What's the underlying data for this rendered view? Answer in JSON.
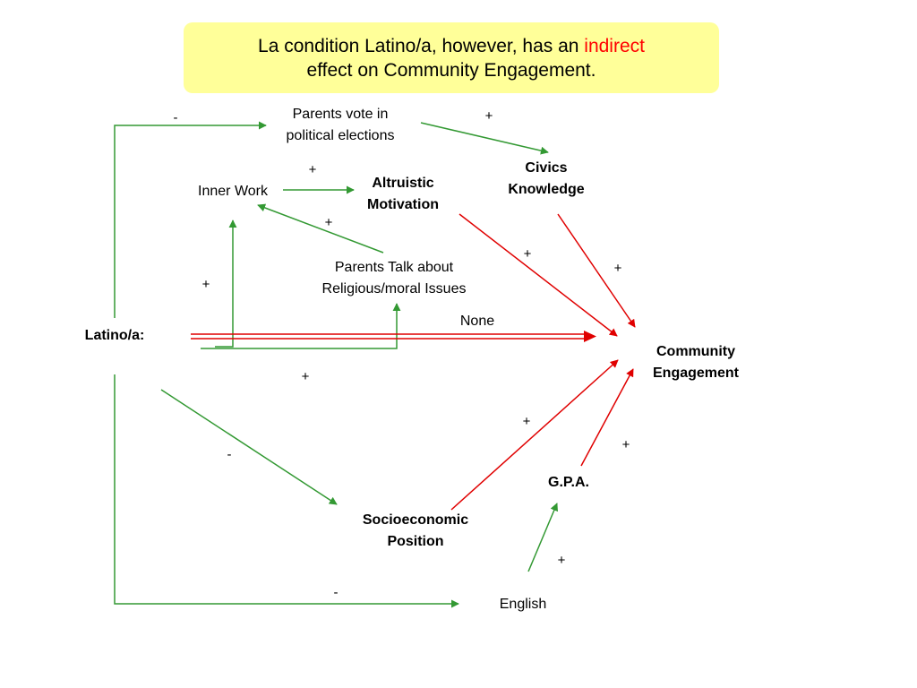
{
  "title": {
    "line1_before": "La condition Latino/a, however, has an ",
    "line1_highlight": "indirect",
    "line2": "effect on Community Engagement."
  },
  "nodes": {
    "parents_vote": [
      "Parents vote in",
      "political elections"
    ],
    "civics": [
      "Civics",
      "Knowledge"
    ],
    "inner_work": "Inner Work",
    "altruistic": [
      "Altruistic",
      "Motivation"
    ],
    "parents_talk": [
      "Parents Talk about",
      "Religious/moral Issues"
    ],
    "latino": "Latino/a:",
    "community": [
      "Community",
      "Engagement"
    ],
    "none": "None",
    "gpa": "G.P.A.",
    "ses": [
      "Socioeconomic",
      "Position"
    ],
    "english": "English"
  },
  "signs": {
    "latino_to_vote": "-",
    "vote_to_civics": "+",
    "inner_to_altruistic": "+",
    "talk_to_inner": "+",
    "latino_to_talk": "+",
    "altruistic_to_ce": "+",
    "civics_to_ce": "+",
    "latino_to_inner": "+",
    "latino_to_ses": "-",
    "ses_to_ce": "+",
    "gpa_to_ce": "+",
    "english_to_gpa": "+",
    "latino_to_english": "-"
  },
  "colors": {
    "title_bg": "#ffff99",
    "highlight": "#ff0000",
    "positive_path": "#339933",
    "effect_path": "#e00000"
  }
}
